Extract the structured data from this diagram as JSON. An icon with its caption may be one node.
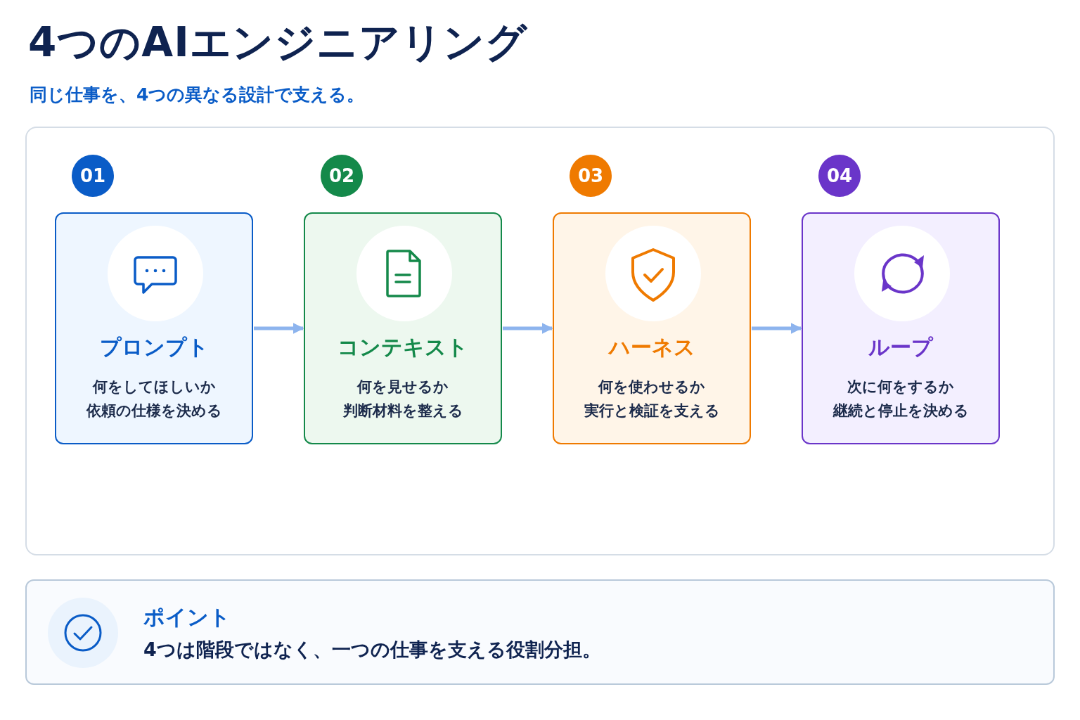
{
  "diagram": {
    "title": "4つのAIエンジニアリング",
    "caption": "同じ仕事を、4つの異なる設計で支える。",
    "nodes": [
      {
        "text": [],
        "shape": "box"
      },
      {
        "text": [
          "01"
        ],
        "in": 0
      },
      {
        "text": [
          "プロンプト",
          "何をしてほしいか",
          "依頼の仕様を決める"
        ],
        "in": 0
      },
      {
        "text": [
          "02"
        ],
        "in": 0
      },
      {
        "text": [
          "コンテキスト",
          "何を見せるか",
          "判断材料を整える"
        ],
        "in": 0
      },
      {
        "text": [
          "03"
        ],
        "in": 0
      },
      {
        "text": [
          "ハーネス",
          "何を使わせるか",
          "実行と検証を支える"
        ],
        "in": 0
      },
      {
        "text": [
          "04"
        ],
        "in": 0
      },
      {
        "text": [
          "ループ",
          "次に何をするか",
          "継続と停止を決める"
        ],
        "in": 0
      },
      {
        "text": [
          "ポイント",
          "4つは階段ではなく、一つの仕事を支える役割分担。"
        ]
      }
    ],
    "edges": [
      {
        "from": 2,
        "to": 4,
        "arrow": "to"
      },
      {
        "from": 4,
        "to": 6,
        "arrow": "to"
      },
      {
        "from": 6,
        "to": 8,
        "arrow": "to"
      }
    ]
  }
}
